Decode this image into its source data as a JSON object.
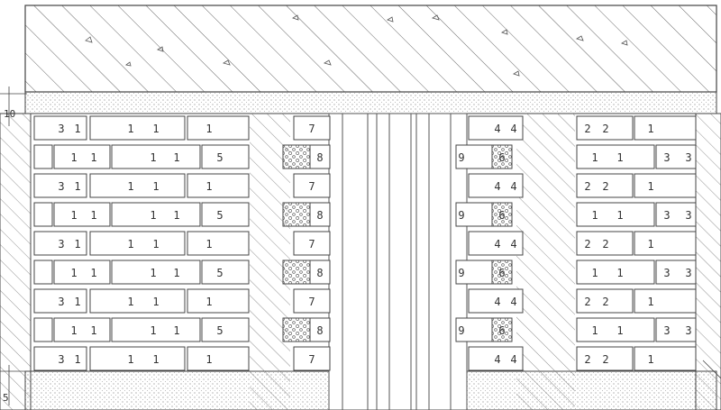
{
  "dimensions": {
    "top": "10",
    "bottom": "5"
  },
  "left_wall": {
    "wide_rows": [
      [
        "3",
        "1",
        "1",
        "1",
        "1"
      ],
      [
        "3",
        "1",
        "1",
        "1",
        "1"
      ],
      [
        "3",
        "1",
        "1",
        "1",
        "1"
      ],
      [
        "3",
        "1",
        "1",
        "1",
        "1"
      ],
      [
        "3",
        "1",
        "1",
        "1",
        "1"
      ]
    ],
    "narrow_rows": [
      [
        "1",
        "1",
        "1",
        "1",
        "5"
      ],
      [
        "1",
        "1",
        "1",
        "1",
        "5"
      ],
      [
        "1",
        "1",
        "1",
        "1",
        "5"
      ],
      [
        "1",
        "1",
        "1",
        "1",
        "5"
      ]
    ],
    "jamb_labels": [
      "7",
      "7",
      "7",
      "7",
      "7"
    ],
    "jamb_narrow_labels": [
      "8",
      "8",
      "8",
      "8"
    ]
  },
  "right_wall": {
    "wide_rows": [
      [
        "4",
        "4",
        "2",
        "2",
        "1"
      ],
      [
        "4",
        "4",
        "2",
        "2",
        "1"
      ],
      [
        "4",
        "4",
        "2",
        "2",
        "1"
      ],
      [
        "4",
        "4",
        "2",
        "2",
        "1"
      ],
      [
        "4",
        "4",
        "2",
        "2",
        "1"
      ]
    ],
    "narrow_rows": [
      [
        "9",
        "6",
        "1",
        "1",
        "3",
        "3"
      ],
      [
        "9",
        "6",
        "1",
        "1",
        "3",
        "3"
      ],
      [
        "9",
        "6",
        "1",
        "1",
        "3",
        "3"
      ],
      [
        "9",
        "6",
        "1",
        "1",
        "3",
        "3"
      ]
    ]
  },
  "colors": {
    "line": "#444444",
    "hatch": "#666666",
    "fill": "#ffffff"
  }
}
